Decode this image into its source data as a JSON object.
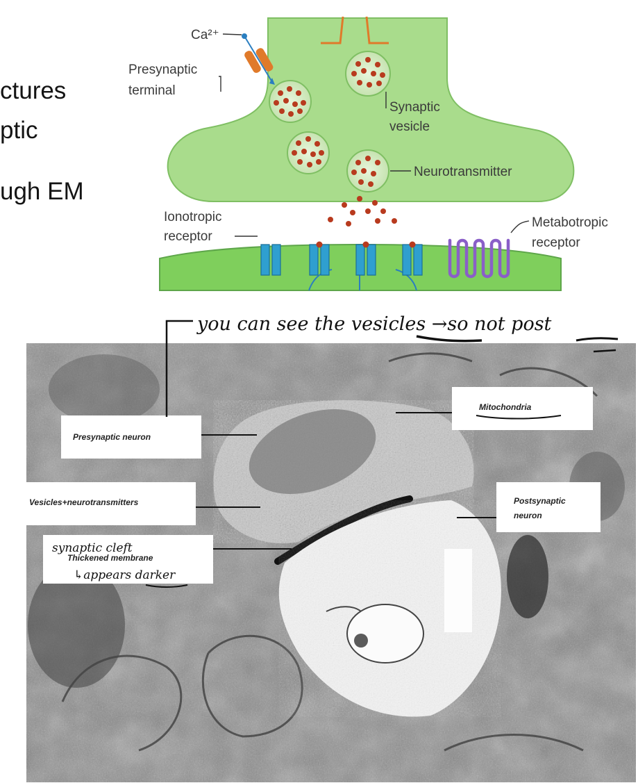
{
  "slide_text": {
    "line1": "ctures",
    "line2": "ptic",
    "line3": "ugh EM"
  },
  "diagram_labels": {
    "calcium": "Ca²⁺",
    "presynaptic_terminal_line1": "Presynaptic",
    "presynaptic_terminal_line2": "terminal",
    "synaptic_vesicle_line1": "Synaptic",
    "synaptic_vesicle_line2": "vesicle",
    "neurotransmitter": "Neurotransmitter",
    "ionotropic_line1": "Ionotropic",
    "ionotropic_line2": "receptor",
    "metabotropic_line1": "Metabotropic",
    "metabotropic_line2": "receptor"
  },
  "micrograph_labels": {
    "presynaptic_neuron": "Presynaptic neuron",
    "mitochondria": "Mitochondria",
    "vesicles_neurotransmitters": "Vesicles+neurotransmitters",
    "postsynaptic_line1": "Postsynaptic",
    "postsynaptic_line2": "neuron",
    "thickened_membrane": "Thickened membrane"
  },
  "handwritten_notes": {
    "top_note": "you can see the vesicles →so not post",
    "synaptic_cleft": "synaptic cleft",
    "appears_darker": "↳appears darker"
  },
  "colors": {
    "terminal_green": "#a9dc8c",
    "vesicle_dot": "#b83a1e",
    "receptor_blue": "#2f9fd0",
    "metabotropic_purple": "#8a5fc8",
    "channel_orange": "#e07a2a"
  }
}
